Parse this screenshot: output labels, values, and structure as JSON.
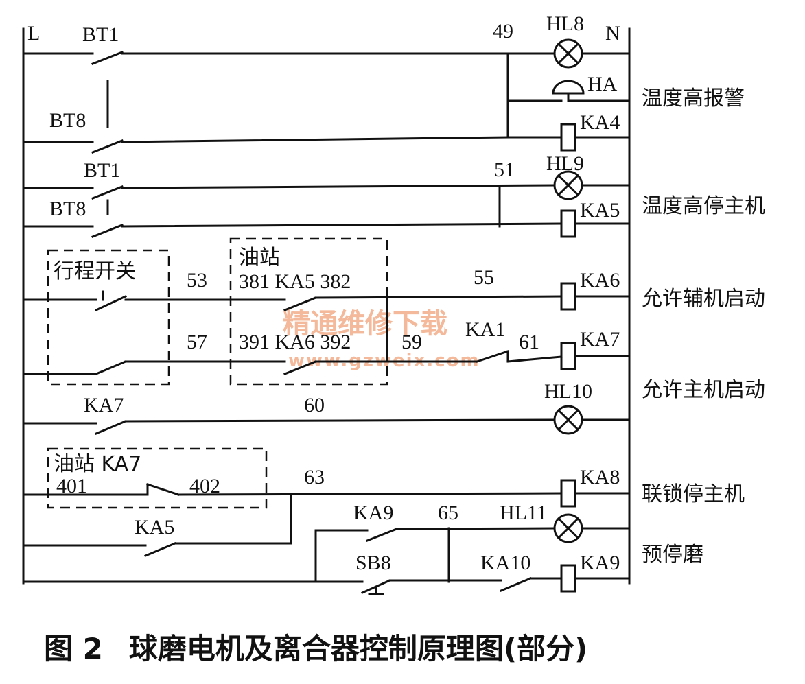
{
  "rails": {
    "left": "L",
    "right": "N"
  },
  "wires": [
    "49",
    "51",
    "53",
    "55",
    "57",
    "59",
    "60",
    "61",
    "63",
    "65"
  ],
  "contacts": {
    "bt1_a": "BT1",
    "bt8_a": "BT8",
    "bt1_b": "BT1",
    "bt8_b": "BT8",
    "ka1": "KA1",
    "ka7_a": "KA7",
    "ka5": "KA5",
    "ka9": "KA9",
    "sb8": "SB8",
    "ka10": "KA10"
  },
  "loads": {
    "hl8": "HL8",
    "ha": "HA",
    "ka4": "KA4",
    "hl9": "HL9",
    "ka5": "KA5",
    "ka6": "KA6",
    "ka7": "KA7",
    "hl10": "HL10",
    "ka8": "KA8",
    "hl11": "HL11",
    "ka9": "KA9"
  },
  "boxes": {
    "travel_switch": "行程开关",
    "oil_station_1": {
      "title": "油站",
      "row1": "381 KA5 382",
      "row2": "391 KA6 392"
    },
    "oil_station_2": {
      "title": "油站 KA7",
      "left": "401",
      "right": "402"
    }
  },
  "functions": {
    "temp_alarm": "温度高报警",
    "temp_stop": "温度高停主机",
    "aux_start": "允许辅机启动",
    "main_start": "允许主机启动",
    "interlock_stop": "联锁停主机",
    "pre_stop": "预停磨"
  },
  "watermark": {
    "cn": "精通维修下载",
    "url": "www.gzweix.com"
  },
  "caption": {
    "figure": "图 2",
    "title": "球磨电机及离合器控制原理图(部分)"
  }
}
